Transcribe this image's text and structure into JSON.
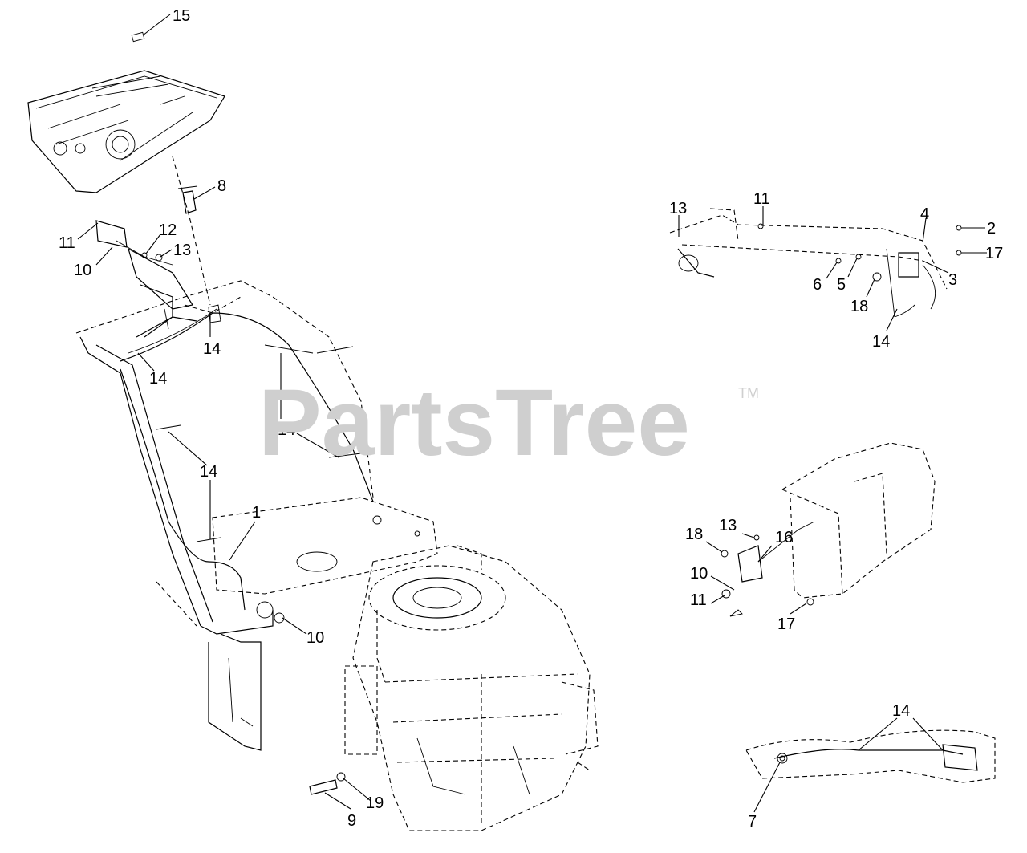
{
  "watermark": {
    "text": "PartsTree",
    "mark": "TM"
  },
  "callouts": [
    {
      "id": "c-15",
      "label": "15"
    },
    {
      "id": "c-8",
      "label": "8"
    },
    {
      "id": "c-11a",
      "label": "11"
    },
    {
      "id": "c-12a",
      "label": "12"
    },
    {
      "id": "c-13a",
      "label": "13"
    },
    {
      "id": "c-10a",
      "label": "10"
    },
    {
      "id": "c-14a",
      "label": "14"
    },
    {
      "id": "c-14b",
      "label": "14"
    },
    {
      "id": "c-14c",
      "label": "14"
    },
    {
      "id": "c-14d",
      "label": "14"
    },
    {
      "id": "c-1",
      "label": "1"
    },
    {
      "id": "c-10b",
      "label": "10"
    },
    {
      "id": "c-19",
      "label": "19"
    },
    {
      "id": "c-9",
      "label": "9"
    },
    {
      "id": "c-13b",
      "label": "13"
    },
    {
      "id": "c-11b",
      "label": "11"
    },
    {
      "id": "c-4",
      "label": "4"
    },
    {
      "id": "c-2",
      "label": "2"
    },
    {
      "id": "c-17a",
      "label": "17"
    },
    {
      "id": "c-3",
      "label": "3"
    },
    {
      "id": "c-6",
      "label": "6"
    },
    {
      "id": "c-5",
      "label": "5"
    },
    {
      "id": "c-18a",
      "label": "18"
    },
    {
      "id": "c-14e",
      "label": "14"
    },
    {
      "id": "c-18b",
      "label": "18"
    },
    {
      "id": "c-13c",
      "label": "13"
    },
    {
      "id": "c-16",
      "label": "16"
    },
    {
      "id": "c-10c",
      "label": "10"
    },
    {
      "id": "c-11c",
      "label": "11"
    },
    {
      "id": "c-17b",
      "label": "17"
    },
    {
      "id": "c-14f",
      "label": "14"
    },
    {
      "id": "c-7",
      "label": "7"
    }
  ]
}
